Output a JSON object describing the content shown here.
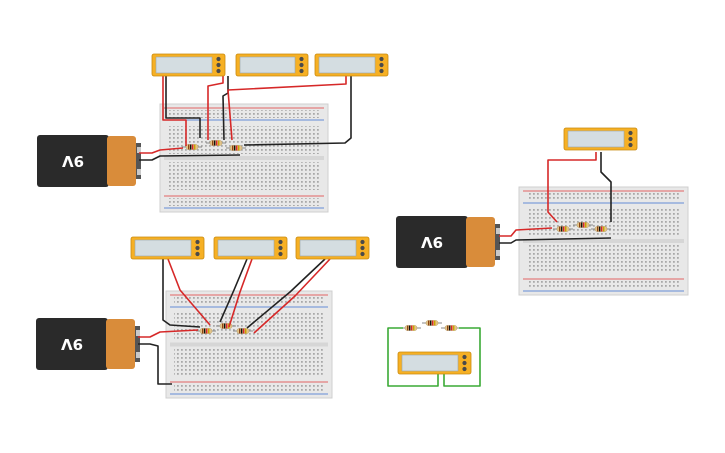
{
  "canvas": {
    "background": "#ffffff"
  },
  "colors": {
    "multimeter_body": "#f6b024",
    "multimeter_screen": "#d4dde1",
    "battery_body": "#2a2a2a",
    "battery_cap": "#d98c3a",
    "breadboard": "#e8e8e8",
    "rail_red": "#e03a3a",
    "rail_blue": "#3a6fd0",
    "wire_red": "#d62828",
    "wire_black": "#222222",
    "wire_green": "#3aaa35"
  },
  "circuits": [
    {
      "name": "circuit-top-left",
      "battery": {
        "label": "9V"
      },
      "multimeters": [
        {
          "reading": ""
        },
        {
          "reading": ""
        },
        {
          "reading": ""
        }
      ]
    },
    {
      "name": "circuit-bottom-left",
      "battery": {
        "label": "9V"
      },
      "multimeters": [
        {
          "reading": ""
        },
        {
          "reading": ""
        },
        {
          "reading": ""
        }
      ]
    },
    {
      "name": "circuit-right",
      "battery": {
        "label": "9V"
      },
      "multimeters": [
        {
          "reading": ""
        }
      ]
    },
    {
      "name": "circuit-green-loop",
      "multimeters": [
        {
          "reading": ""
        }
      ]
    }
  ]
}
